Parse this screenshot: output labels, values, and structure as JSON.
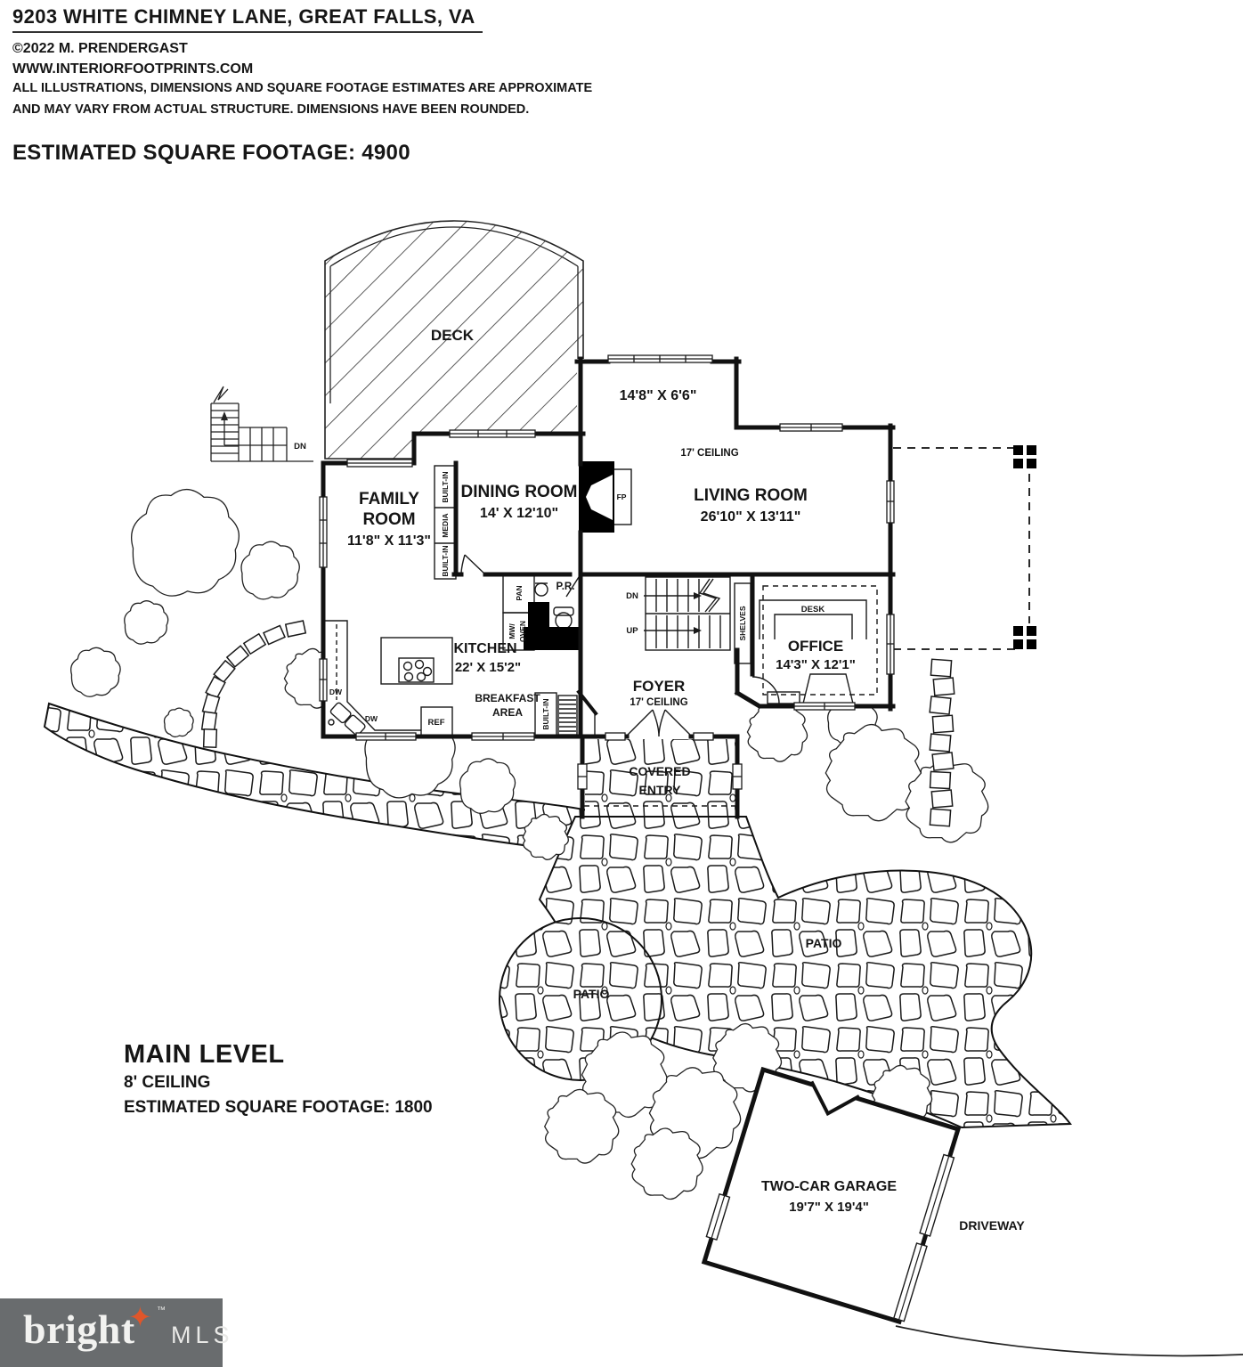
{
  "header": {
    "address": "9203 WHITE CHIMNEY LANE, GREAT FALLS, VA",
    "copyright": "©2022 M. PRENDERGAST",
    "website": "WWW.INTERIORFOOTPRINTS.COM",
    "disclaimer1": "ALL ILLUSTRATIONS, DIMENSIONS AND SQUARE FOOTAGE ESTIMATES ARE APPROXIMATE",
    "disclaimer2": "AND MAY VARY FROM ACTUAL STRUCTURE. DIMENSIONS HAVE BEEN ROUNDED.",
    "total_sqft": "ESTIMATED SQUARE FOOTAGE: 4900"
  },
  "level": {
    "name": "MAIN LEVEL",
    "ceiling": "8' CEILING",
    "sqft": "ESTIMATED SQUARE FOOTAGE: 1800"
  },
  "rooms": {
    "deck": "DECK",
    "family_1": "FAMILY",
    "family_2": "ROOM",
    "family_dims": "11'8\" X 11'3\"",
    "dining": "DINING ROOM",
    "dining_dims": "14' X 12'10\"",
    "living": "LIVING ROOM",
    "living_dims": "26'10\" X 13'11\"",
    "living_ceiling": "17' CEILING",
    "nook_dims": "14'8\" X 6'6\"",
    "kitchen": "KITCHEN",
    "kitchen_dims": "22' X 15'2\"",
    "breakfast_1": "BREAKFAST",
    "breakfast_2": "AREA",
    "office": "OFFICE",
    "office_dims": "14'3\" X 12'1\"",
    "foyer": "FOYER",
    "foyer_ceiling": "17' CEILING",
    "powder": "P.R.",
    "entry_1": "COVERED",
    "entry_2": "ENTRY",
    "patio_left": "PATIO",
    "patio_right": "PATIO",
    "garage": "TWO-CAR GARAGE",
    "garage_dims": "19'7\" X 19'4\"",
    "driveway": "DRIVEWAY"
  },
  "fixtures": {
    "fp": "FP",
    "desk": "DESK",
    "shelves": "SHELVES",
    "builtin_top": "BUILT-IN",
    "media": "MEDIA",
    "builtin_bottom": "BUILT-IN",
    "builtin_breakfast": "BUILT-IN",
    "pan": "PAN",
    "mw": "MW/",
    "oven": "OVEN",
    "dw1": "DW",
    "dw2": "DW",
    "ref": "REF",
    "dn_stairs": "DN",
    "up_stairs": "UP",
    "dn_deck": "DN"
  },
  "logo": {
    "brand": "bright",
    "tm": "™",
    "suffix": "MLS",
    "bg_color": "#696c6e",
    "star_color": "#e0562a",
    "star_glyph": "✦"
  },
  "colors": {
    "ink": "#151515"
  }
}
